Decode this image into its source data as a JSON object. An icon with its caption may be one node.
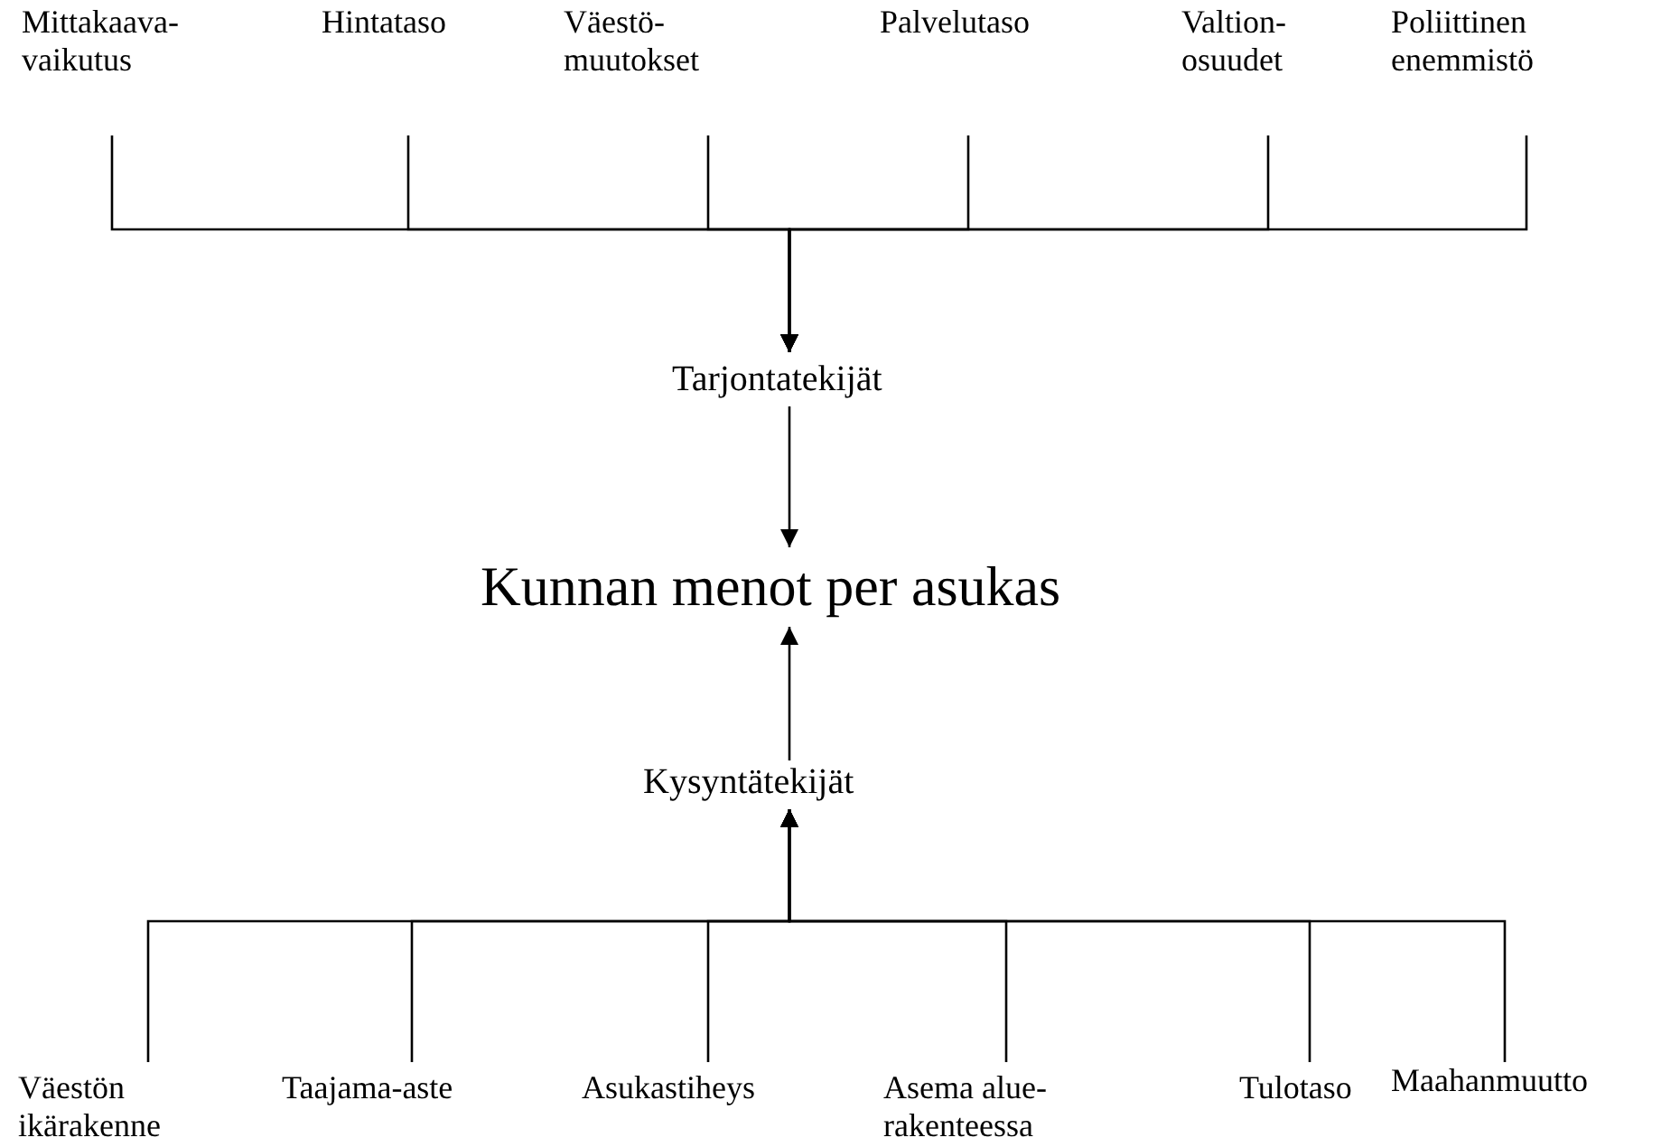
{
  "diagram": {
    "nodes": [
      {
        "text": [
          "Mittakaava-vaikutus"
        ]
      },
      {
        "text": [
          "Hintataso"
        ]
      },
      {
        "text": [
          "Väestö-muutokset"
        ]
      },
      {
        "text": [
          "Palvelutaso"
        ]
      },
      {
        "text": [
          "Valtion-osuudet"
        ]
      },
      {
        "text": [
          "Poliittinen enemmistö"
        ]
      },
      {
        "text": [
          "Tarjontatekijät"
        ]
      },
      {
        "text": [
          "Kunnan menot per asukas"
        ]
      },
      {
        "text": [
          "Kysyntätekijät"
        ]
      },
      {
        "text": [
          "Väestön ikärakenne"
        ]
      },
      {
        "text": [
          "Taajama-aste"
        ]
      },
      {
        "text": [
          "Asukastiheys"
        ]
      },
      {
        "text": [
          "Asema alue-rakenteessa"
        ]
      },
      {
        "text": [
          "Tulotaso"
        ]
      },
      {
        "text": [
          "Maahanmuutto"
        ]
      }
    ],
    "edges": [
      {
        "from": 0,
        "to": 6,
        "arrow": "to"
      },
      {
        "from": 1,
        "to": 6,
        "arrow": "to"
      },
      {
        "from": 2,
        "to": 6,
        "arrow": "to"
      },
      {
        "from": 3,
        "to": 6,
        "arrow": "to"
      },
      {
        "from": 4,
        "to": 6,
        "arrow": "to"
      },
      {
        "from": 5,
        "to": 6,
        "arrow": "to"
      },
      {
        "from": 6,
        "to": 7,
        "arrow": "to"
      },
      {
        "from": 8,
        "to": 7,
        "arrow": "to"
      },
      {
        "from": 9,
        "to": 8,
        "arrow": "to"
      },
      {
        "from": 10,
        "to": 8,
        "arrow": "to"
      },
      {
        "from": 11,
        "to": 8,
        "arrow": "to"
      },
      {
        "from": 12,
        "to": 8,
        "arrow": "to"
      },
      {
        "from": 13,
        "to": 8,
        "arrow": "to"
      },
      {
        "from": 14,
        "to": 8,
        "arrow": "to"
      }
    ]
  }
}
